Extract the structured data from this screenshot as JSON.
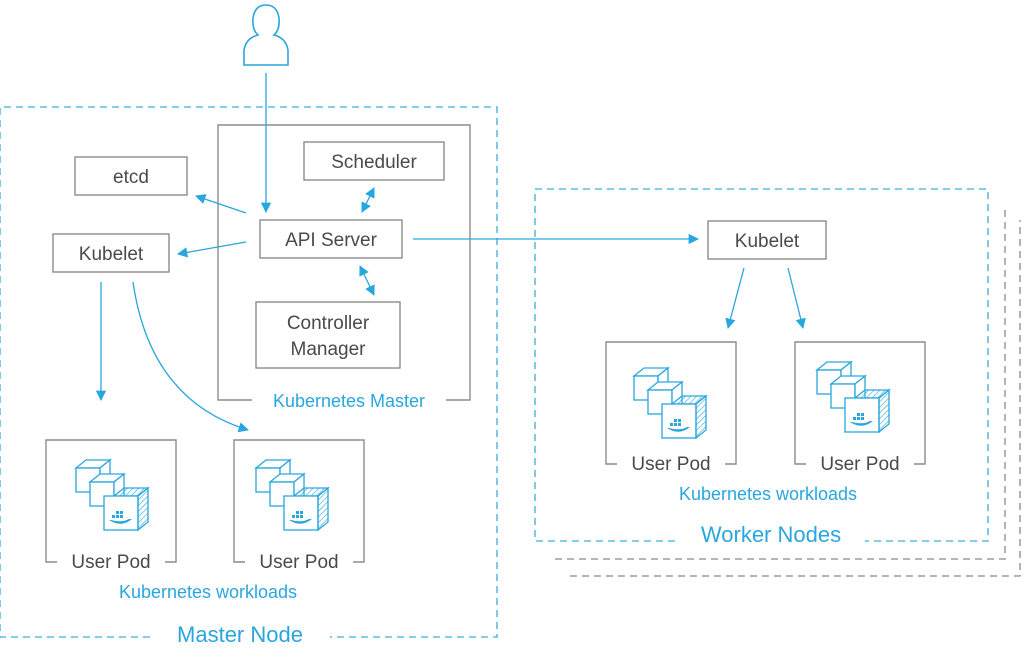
{
  "labels": {
    "etcd": "etcd",
    "scheduler": "Scheduler",
    "api_server": "API Server",
    "controller_manager_line1": "Controller",
    "controller_manager_line2": "Manager",
    "kubernetes_master": "Kubernetes Master",
    "kubelet_master": "Kubelet",
    "kubelet_worker": "Kubelet",
    "user_pod": "User Pod",
    "workloads_master": "Kubernetes workloads",
    "workloads_worker": "Kubernetes workloads",
    "master_node": "Master Node",
    "worker_nodes": "Worker Nodes"
  },
  "colors": {
    "accent": "#2aa6de",
    "box_border": "#8c8c8c",
    "text": "#4a4a4a",
    "user_icon": "#2aa6de"
  },
  "icons": {
    "user": "user-icon",
    "container": "docker-container-icon"
  }
}
